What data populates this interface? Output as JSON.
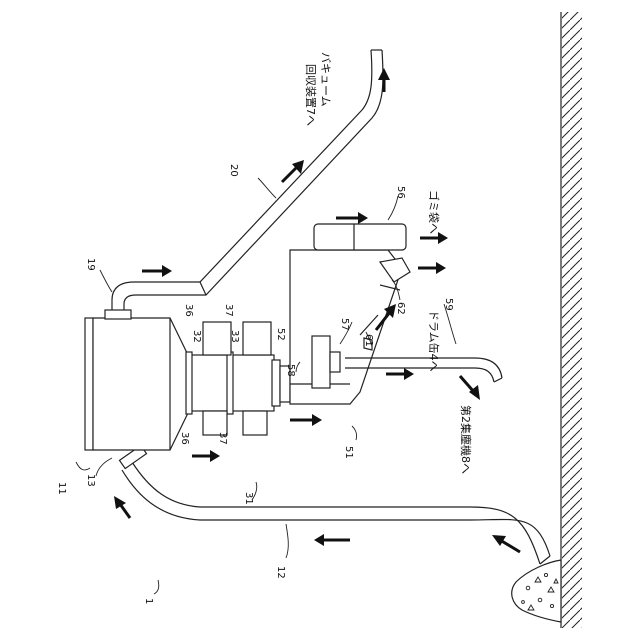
{
  "figure": {
    "labels": {
      "vacuum_recovery": "バキューム",
      "vacuum_recovery_line2": "回収装置7へ",
      "dust_bag": "ゴミ袋へ",
      "drum_can": "ドラム缶4へ",
      "second_dust_collector": "第2集塵機8へ"
    },
    "reference_numerals": {
      "n1": "1",
      "n11": "11",
      "n12": "12",
      "n13": "13",
      "n19": "19",
      "n20": "20",
      "n31": "31",
      "n32": "32",
      "n33": "33",
      "n36a": "36",
      "n36b": "36",
      "n37a": "37",
      "n37b": "37",
      "n51": "51",
      "n52": "52",
      "n56": "56",
      "n57": "57",
      "n58": "58",
      "n59": "59",
      "n61": "61",
      "n62": "62"
    }
  }
}
